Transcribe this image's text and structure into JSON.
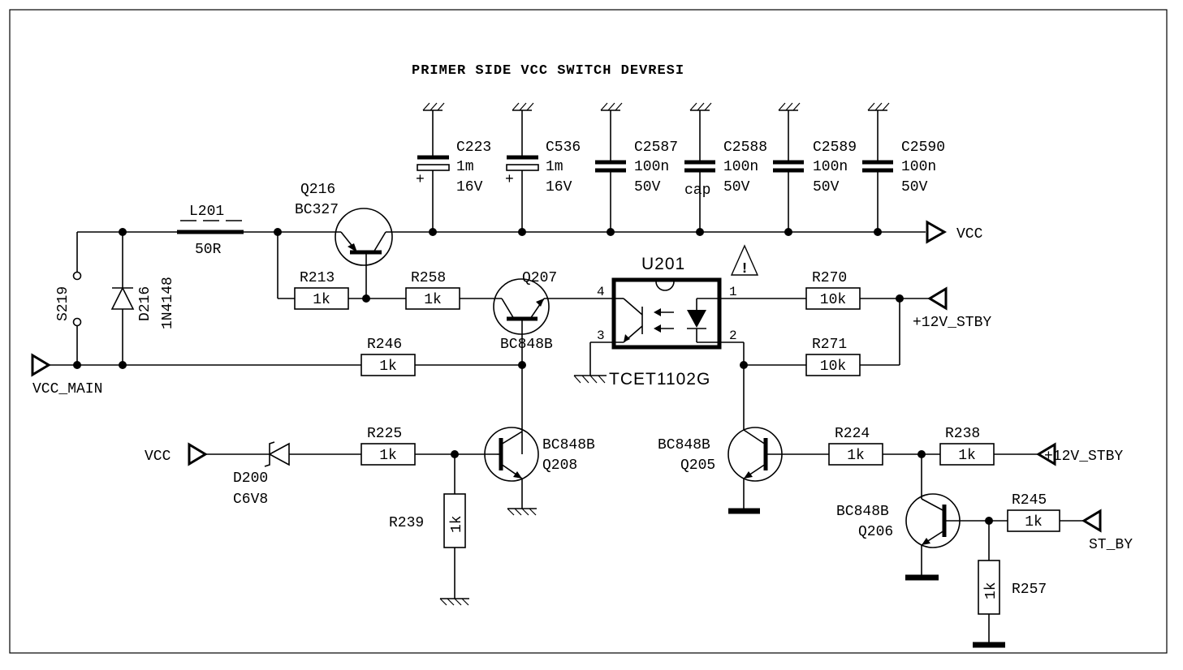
{
  "title": "PRIMER SIDE VCC SWITCH DEVRESI",
  "ports": {
    "vcc_main": "VCC_MAIN",
    "vcc_out": "VCC",
    "vcc_in": "VCC",
    "stby1": "+12V_STBY",
    "stby2": "+12V_STBY",
    "st_by": "ST_BY"
  },
  "switch": {
    "ref": "S219"
  },
  "inductor": {
    "ref": "L201",
    "value": "50R"
  },
  "diodes": [
    {
      "ref": "D216",
      "value": "1N4148"
    },
    {
      "ref": "D200",
      "value": "C6V8"
    }
  ],
  "capacitors": [
    {
      "ref": "C223",
      "value": "1m",
      "voltage": "16V"
    },
    {
      "ref": "C536",
      "value": "1m",
      "voltage": "16V"
    },
    {
      "ref": "C2587",
      "value": "100n",
      "voltage": "50V"
    },
    {
      "ref": "C2588",
      "value": "100n",
      "voltage": "50V",
      "note": "cap"
    },
    {
      "ref": "C2589",
      "value": "100n",
      "voltage": "50V"
    },
    {
      "ref": "C2590",
      "value": "100n",
      "voltage": "50V"
    }
  ],
  "resistors": {
    "r213": {
      "ref": "R213",
      "value": "1k"
    },
    "r258": {
      "ref": "R258",
      "value": "1k"
    },
    "r246": {
      "ref": "R246",
      "value": "1k"
    },
    "r270": {
      "ref": "R270",
      "value": "10k"
    },
    "r271": {
      "ref": "R271",
      "value": "10k"
    },
    "r225": {
      "ref": "R225",
      "value": "1k"
    },
    "r239": {
      "ref": "R239",
      "value": "1k"
    },
    "r224": {
      "ref": "R224",
      "value": "1k"
    },
    "r238": {
      "ref": "R238",
      "value": "1k"
    },
    "r245": {
      "ref": "R245",
      "value": "1k"
    },
    "r257": {
      "ref": "R257",
      "value": "1k"
    }
  },
  "transistors": {
    "q216": {
      "ref": "Q216",
      "type": "BC327"
    },
    "q207": {
      "ref": "Q207",
      "type": "BC848B"
    },
    "q208": {
      "ref": "Q208",
      "type": "BC848B"
    },
    "q205": {
      "ref": "Q205",
      "type": "BC848B"
    },
    "q206": {
      "ref": "Q206",
      "type": "BC848B"
    }
  },
  "optocoupler": {
    "ref": "U201",
    "part": "TCET1102G",
    "pins": [
      "1",
      "2",
      "3",
      "4"
    ],
    "warning": "!"
  }
}
